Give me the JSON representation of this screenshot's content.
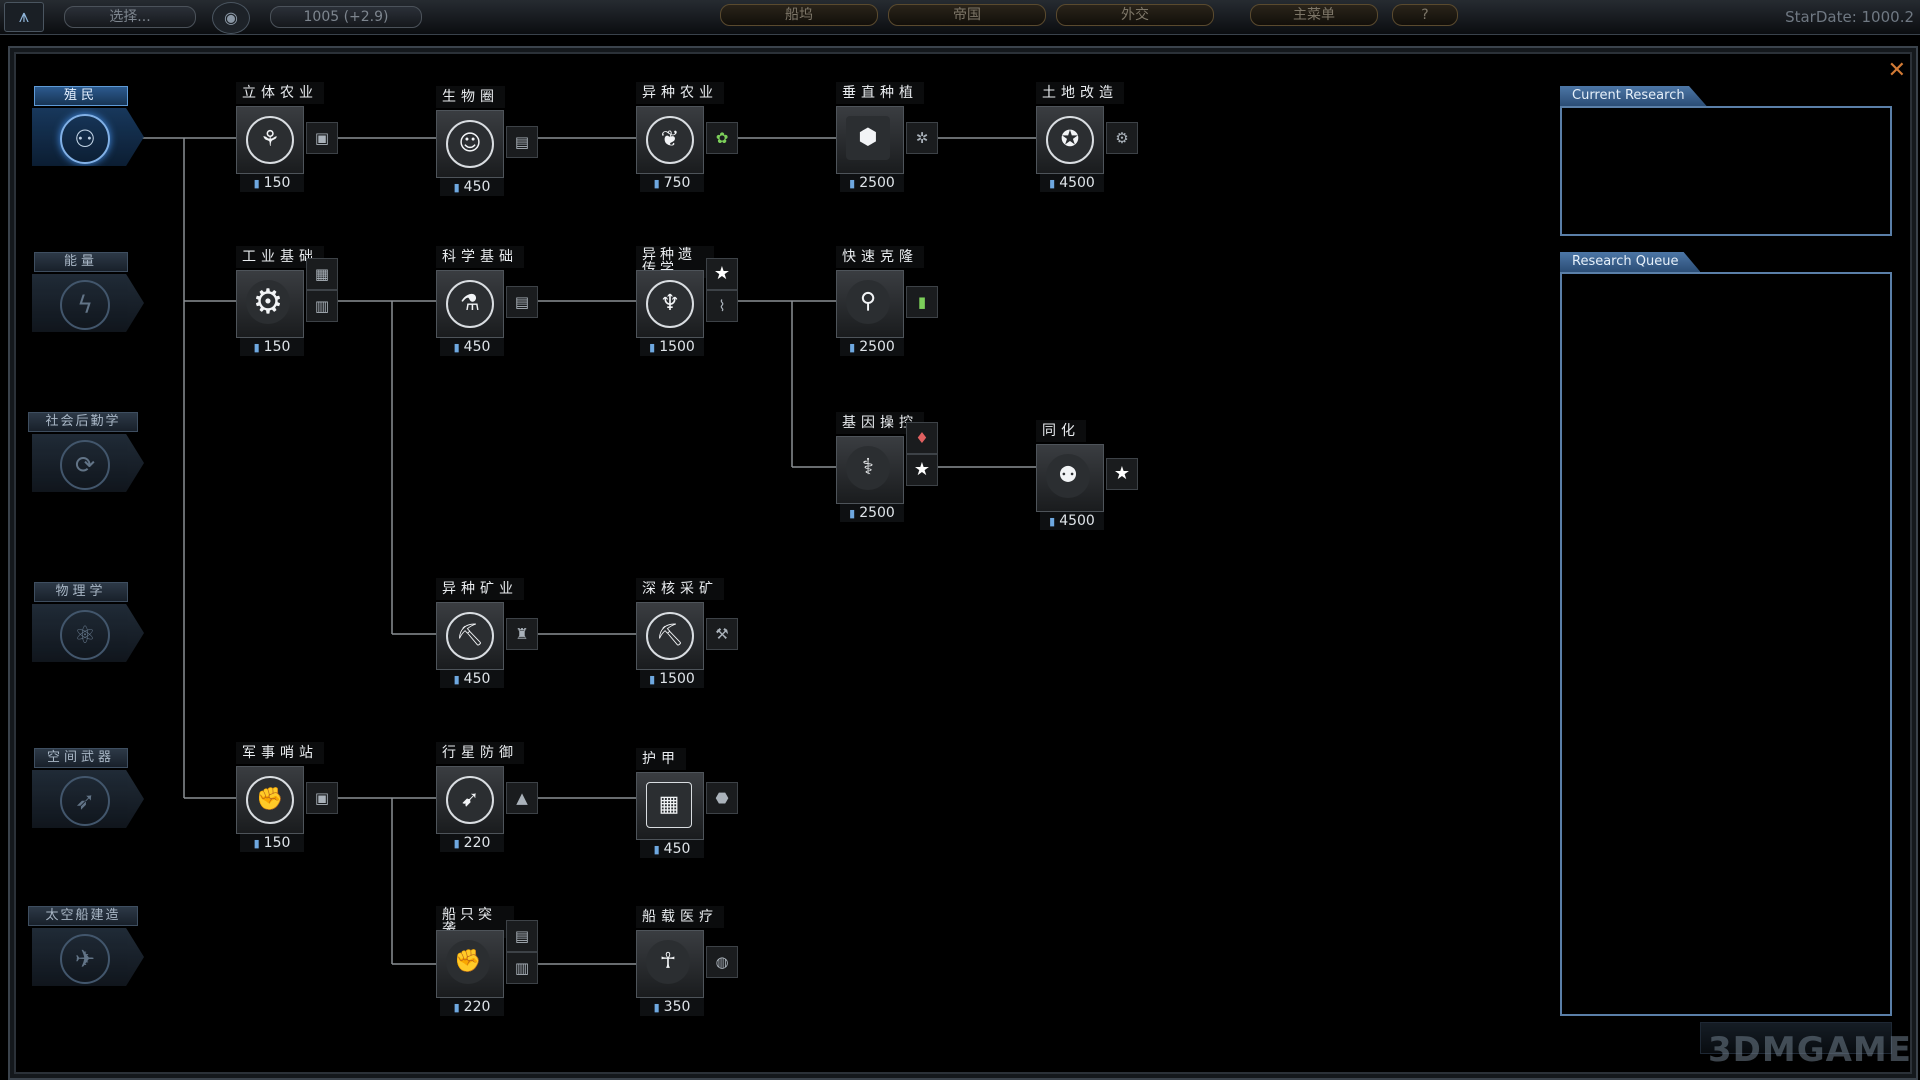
{
  "topbar": {
    "select_label": "选择...",
    "credits": "1005 (+2.9)",
    "tabs": [
      "船坞",
      "帝国",
      "外交",
      "主菜单",
      "?"
    ],
    "stardate": "StarDate: 1000.2"
  },
  "categories": [
    {
      "label": "殖民",
      "icon": "colonists-icon",
      "active": true
    },
    {
      "label": "能量",
      "icon": "energy-icon",
      "active": false
    },
    {
      "label": "社会后勤学",
      "icon": "social-logistics-icon",
      "active": false
    },
    {
      "label": "物理学",
      "icon": "physics-atom-icon",
      "active": false
    },
    {
      "label": "空间武器",
      "icon": "space-weapons-icon",
      "active": false
    },
    {
      "label": "太空船建造",
      "icon": "ship-building-icon",
      "active": false
    }
  ],
  "techs": {
    "vertical_farming": {
      "title": "立体农业",
      "cost": "150"
    },
    "biosphere": {
      "title": "生物圈",
      "cost": "450"
    },
    "xeno_farming": {
      "title": "异种农业",
      "cost": "750"
    },
    "vertical_planting": {
      "title": "垂直种植",
      "cost": "2500"
    },
    "terraforming": {
      "title": "土地改造",
      "cost": "4500"
    },
    "industrial_base": {
      "title": "工业基础",
      "cost": "150"
    },
    "science_base": {
      "title": "科学基础",
      "cost": "450"
    },
    "xeno_genetics": {
      "title": "异种遗传学",
      "cost": "1500"
    },
    "rapid_cloning": {
      "title": "快速克隆",
      "cost": "2500"
    },
    "gene_manipulation": {
      "title": "基因操控",
      "cost": "2500"
    },
    "assimilation": {
      "title": "同化",
      "cost": "4500"
    },
    "xeno_mining": {
      "title": "异种矿业",
      "cost": "450"
    },
    "deep_core_mining": {
      "title": "深核采矿",
      "cost": "1500"
    },
    "military_outpost": {
      "title": "军事哨站",
      "cost": "150"
    },
    "planetary_defense": {
      "title": "行星防御",
      "cost": "220"
    },
    "armor": {
      "title": "护甲",
      "cost": "450"
    },
    "ship_boarding": {
      "title": "船只突袭",
      "cost": "220"
    },
    "ship_medical": {
      "title": "船载医疗",
      "cost": "350"
    }
  },
  "panels": {
    "current_research": "Current Research",
    "research_queue": "Research Queue"
  },
  "colors": {
    "accent": "#5a7fa8",
    "active_category": "#2c5a8e",
    "close": "#d27a35"
  },
  "watermark": "3DMGAME"
}
